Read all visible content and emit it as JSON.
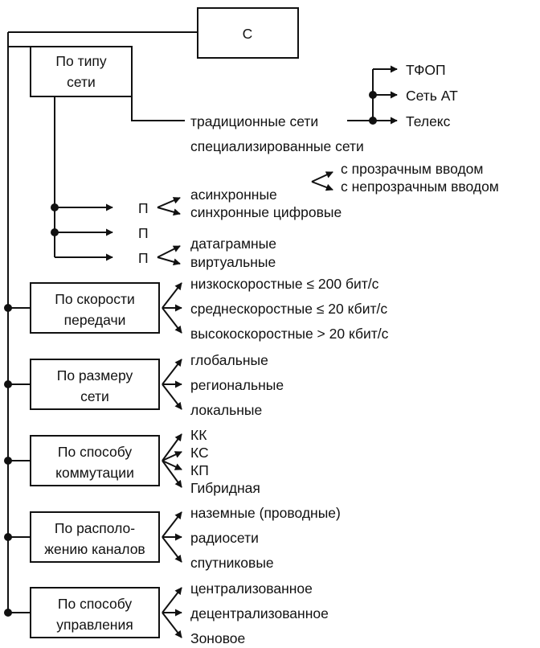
{
  "root": {
    "label": "С"
  },
  "network_type": {
    "box": [
      "По типу",
      "сети"
    ],
    "traditional": "традиционные сети",
    "traditional_items": [
      "ТФОП",
      "Сеть АТ",
      "Телекс"
    ],
    "specialized": "специализированные сети",
    "input_modes": [
      "с прозрачным вводом",
      "с непрозрачным вводом"
    ],
    "branch_marker": "П",
    "group1": [
      "асинхронные",
      "синхронные цифровые"
    ],
    "group3": [
      "датаграмные",
      "виртуальные"
    ]
  },
  "categories": [
    {
      "box": [
        "По скорости",
        "передачи"
      ],
      "items": [
        "низкоскоростные ≤ 200 бит/с",
        "среднескоростные ≤ 20 кбит/с",
        "высокоскоростные > 20 кбит/с"
      ]
    },
    {
      "box": [
        "По размеру",
        "сети"
      ],
      "items": [
        "глобальные",
        "региональные",
        "локальные"
      ]
    },
    {
      "box": [
        "По способу",
        "коммутации"
      ],
      "items": [
        "КК",
        "КС",
        "КП",
        "Гибридная"
      ]
    },
    {
      "box": [
        "По располо-",
        "жению каналов"
      ],
      "items": [
        "наземные (проводные)",
        "радиосети",
        "спутниковые"
      ]
    },
    {
      "box": [
        "По способу",
        "управления"
      ],
      "items": [
        "централизованное",
        "децентрализованное",
        "Зоновое"
      ]
    }
  ]
}
